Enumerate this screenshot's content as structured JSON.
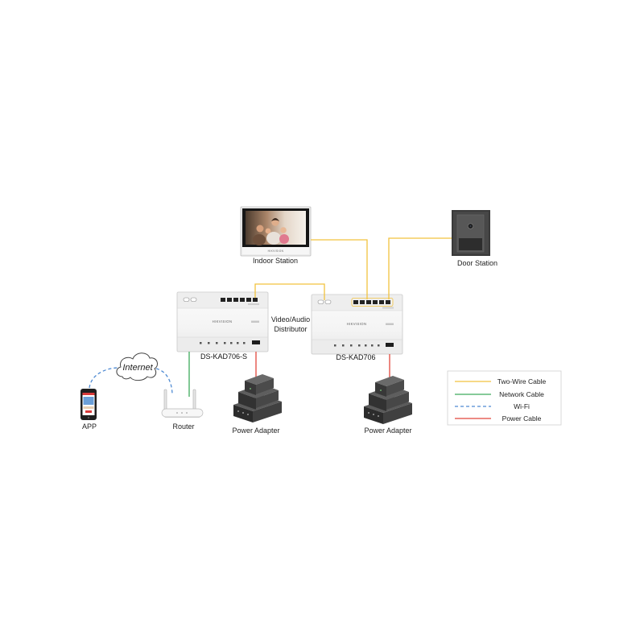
{
  "diagram": {
    "indoor_station": {
      "label": "Indoor Station",
      "brand": "HIKVISION"
    },
    "door_station": {
      "label": "Door Station"
    },
    "distributor_caption": {
      "line1": "Video/Audio",
      "line2": "Distributor"
    },
    "distributor_left": {
      "model": "DS-KAD706-S",
      "brand": "HIKVISION"
    },
    "distributor_right": {
      "model": "DS-KAD706",
      "brand": "HIKVISION"
    },
    "power_adapter_left": {
      "label": "Power Adapter"
    },
    "power_adapter_right": {
      "label": "Power Adapter"
    },
    "internet_cloud": {
      "label": "Internet"
    },
    "app_phone": {
      "label": "APP"
    },
    "router": {
      "label": "Router"
    }
  },
  "legend": {
    "two_wire": {
      "label": "Two-Wire Cable",
      "color": "#f2c23f"
    },
    "network": {
      "label": "Network Cable",
      "color": "#3daa5c"
    },
    "wifi": {
      "label": "Wi-Fi",
      "color": "#4f8bd3"
    },
    "power": {
      "label": "Power Cable",
      "color": "#e2463c"
    }
  }
}
